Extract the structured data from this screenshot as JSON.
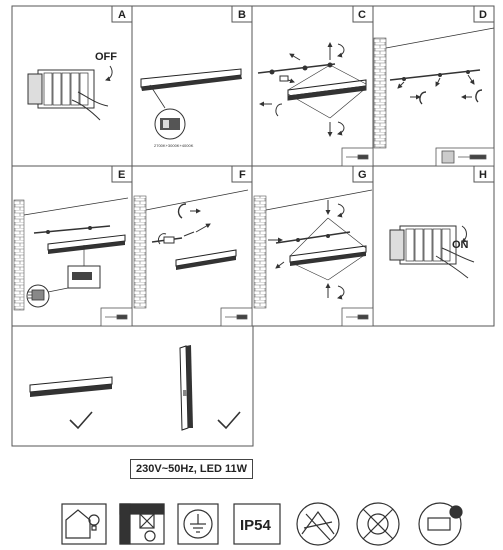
{
  "panels": [
    {
      "letter": "A"
    },
    {
      "letter": "B"
    },
    {
      "letter": "C"
    },
    {
      "letter": "D"
    },
    {
      "letter": "E"
    },
    {
      "letter": "F"
    },
    {
      "letter": "G"
    },
    {
      "letter": "H"
    }
  ],
  "switch_off_label": "OFF",
  "switch_on_label": "ON",
  "cct_caption": "2700K+3000K+4000K",
  "spec_label": "230V~50Hz, LED 11W",
  "ip_label": "IP54",
  "icons": [
    "indoor-use-icon",
    "mounting-surface-icon",
    "earth-ground-icon",
    "ip54-icon",
    "no-dimmer-icon",
    "no-led-disposal-icon",
    "driver-icon"
  ]
}
